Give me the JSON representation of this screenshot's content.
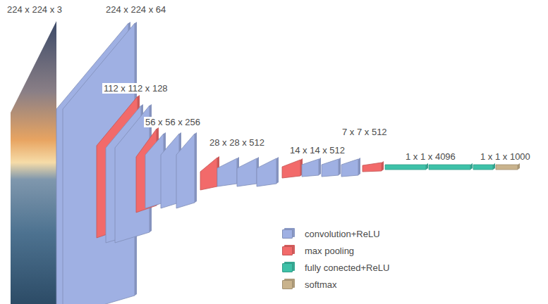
{
  "diagram": {
    "labels": [
      "224 x 224 x 3",
      "224 x 224 x 64",
      "112 x 112 x 128",
      "56 x 56 x 256",
      "28 x 28 x 512",
      "14 x 14 x 512",
      "7 x 7 x 512",
      "1 x 1 x 4096",
      "1 x 1 x 1000"
    ],
    "legend": [
      {
        "text": "convolution+ReLU",
        "color": "#9fb0e3"
      },
      {
        "text": "max pooling",
        "color": "#f26a6a"
      },
      {
        "text": "fully conected+ReLU",
        "color": "#3ec1a8"
      },
      {
        "text": "softmax",
        "color": "#c9b38d"
      }
    ]
  }
}
